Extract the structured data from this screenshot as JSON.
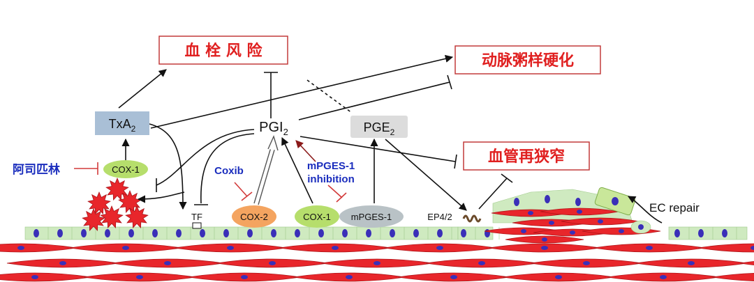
{
  "outcomes": {
    "thrombosis_risk": "血 栓 风 险",
    "atherosclerosis": "动脉粥样硬化",
    "restenosis": "血管再狭窄"
  },
  "nodes": {
    "txa2_base": "TxA",
    "txa2_sub": "2",
    "pgi2_base": "PGI",
    "pgi2_sub": "2",
    "pge2_base": "PGE",
    "pge2_sub": "2",
    "cox1_left": "COX-1",
    "cox2": "COX-2",
    "cox1_mid": "COX-1",
    "mpges1": "mPGES-1",
    "tf": "TF",
    "ep42": "EP4/2"
  },
  "inhibitors": {
    "aspirin": "阿司匹林",
    "coxib": "Coxib",
    "mpges1_inhibition_line1": "mPGES-1",
    "mpges1_inhibition_line2": "inhibition"
  },
  "annotations": {
    "ec_repair": "EC repair"
  },
  "colors": {
    "outcome_red": "#e02020",
    "txa2_fill": "#a9bfd6",
    "pge2_fill": "#dcdcdc",
    "cox1_green": "#b6de6c",
    "cox2_orange": "#f4a460",
    "mpges1_grey": "#b9c2c6",
    "inhibitor_blue": "#1a2dbd",
    "inhibit_red": "#d23a3a",
    "endothelium_green": "#cfeac0",
    "smooth_muscle_red": "#e8262b",
    "nucleus_blue": "#3a2fb8",
    "platelet_red": "#e8262b"
  }
}
